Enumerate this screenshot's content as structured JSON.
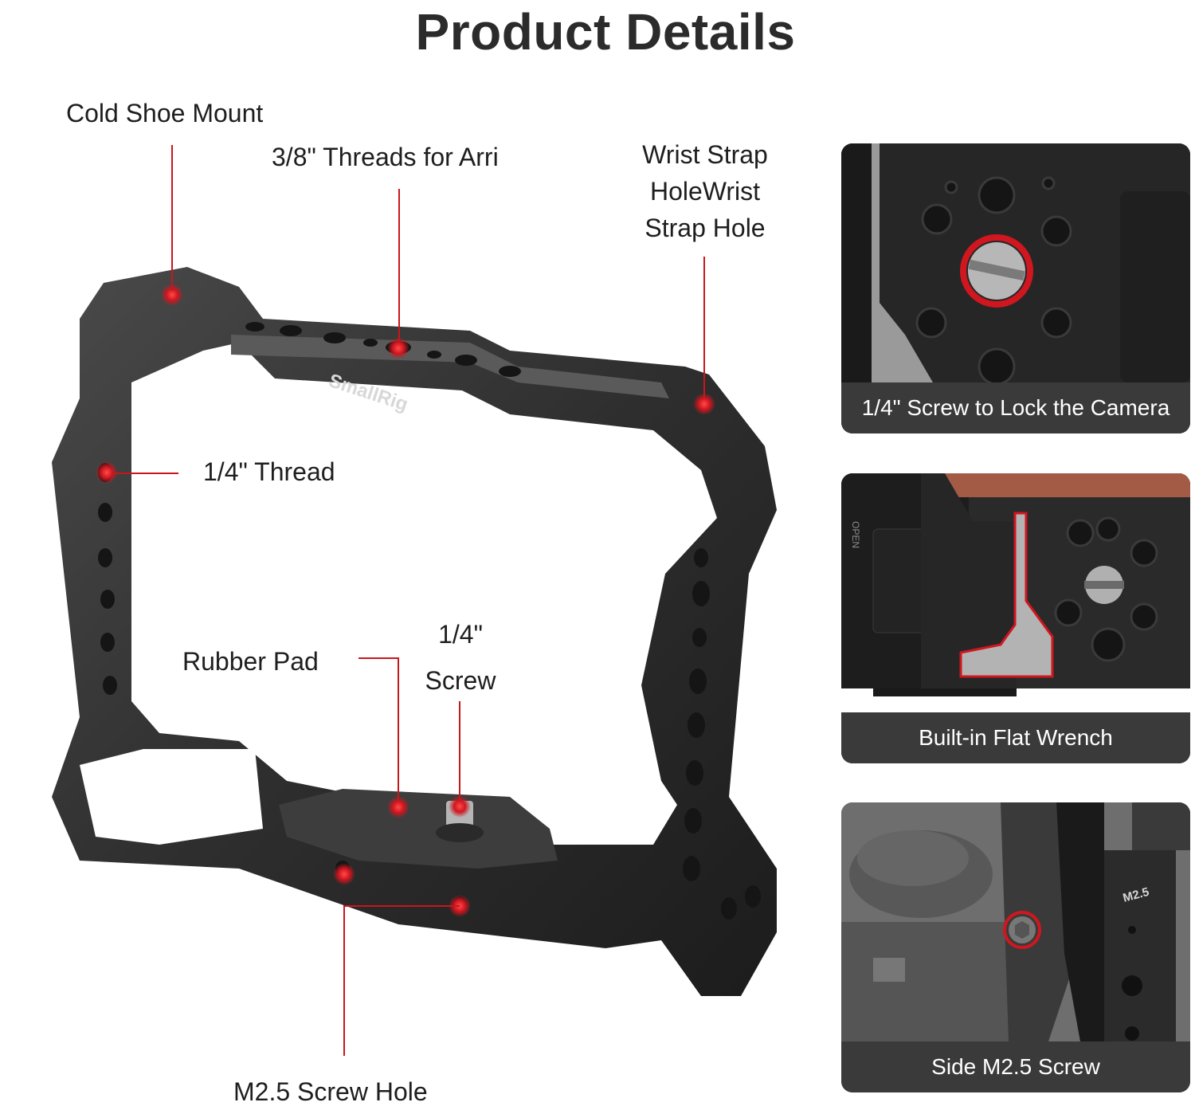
{
  "title": "Product Details",
  "brand_engraving": "SmallRig",
  "accent_color": "#d0161f",
  "callouts": {
    "cold_shoe": "Cold Shoe Mount",
    "arri_threads": "3/8\" Threads for Arri",
    "wrist_strap_line1": "Wrist Strap",
    "wrist_strap_line2": "HoleWrist",
    "wrist_strap_line3": "Strap Hole",
    "quarter_thread": "1/4\" Thread",
    "rubber_pad": "Rubber Pad",
    "screw_line1": "1/4\"",
    "screw_line2": "Screw",
    "m25_hole": "M2.5 Screw Hole"
  },
  "panels": [
    {
      "caption": "1/4\" Screw to Lock the Camera"
    },
    {
      "caption": "Built-in Flat Wrench",
      "engravings": [
        "OPEN"
      ]
    },
    {
      "caption": "Side M2.5 Screw",
      "engravings": [
        "M2.5"
      ]
    }
  ]
}
